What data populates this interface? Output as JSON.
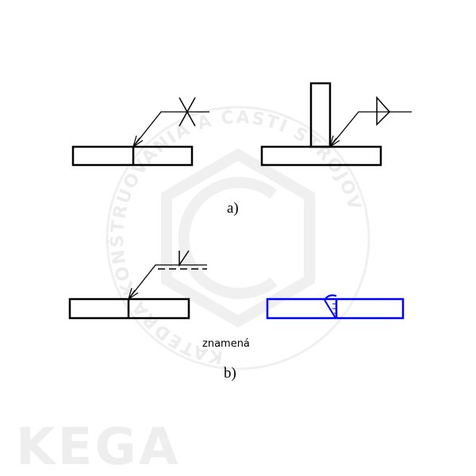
{
  "watermark": {
    "ring_text": "KATEDRA KONŠTRUOVANIA A ČASTÍ STROJOV",
    "brand": "KEGA"
  },
  "panel_a": {
    "label": "a)"
  },
  "panel_b": {
    "label": "b)",
    "meaning_word": "znamená"
  },
  "colors": {
    "line": "#000000",
    "result": "#0000ff",
    "watermark": "#ececec"
  }
}
